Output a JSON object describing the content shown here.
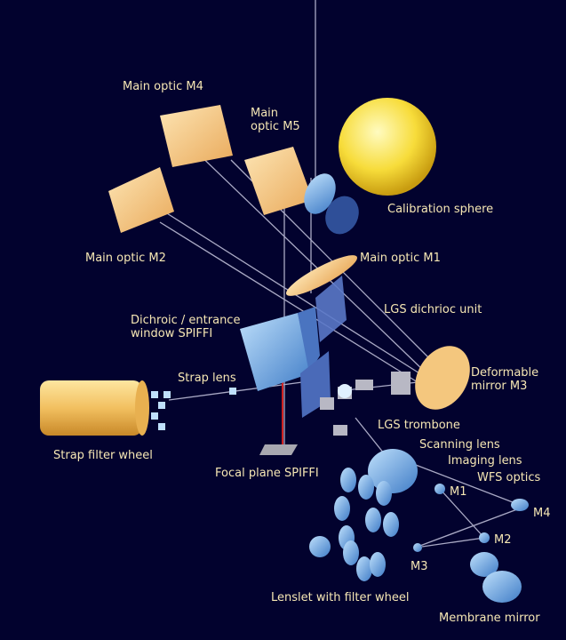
{
  "labels": {
    "m4": "Main optic M4",
    "m5": "Main\noptic M5",
    "calibration": "Calibration sphere",
    "m2": "Main optic M2",
    "m1": "Main optic M1",
    "lgs_dichroic": "LGS dichrioc unit",
    "dichroic_spiffi": "Dichroic / entrance\nwindow SPIFFI",
    "strap_lens": "Strap lens",
    "deformable": "Deformable\nmirror M3",
    "lgs_trombone": "LGS trombone",
    "scanning_lens": "Scanning lens",
    "imaging_lens": "Imaging lens",
    "wfs_optics": "WFS optics",
    "wfs_m1": "M1",
    "wfs_m4": "M4",
    "wfs_m2": "M2",
    "wfs_m3": "M3",
    "strap_filter_wheel": "Strap filter wheel",
    "focal_plane": "Focal plane SPIFFI",
    "lenslet": "Lenslet with filter wheel",
    "membrane": "Membrane mirror"
  },
  "colors": {
    "background": "#02022e",
    "label": "#f6e7b4",
    "optic_gold": "#f4c77e",
    "optic_blue": "#7fb6e8",
    "beam": "#c8c8e0"
  }
}
